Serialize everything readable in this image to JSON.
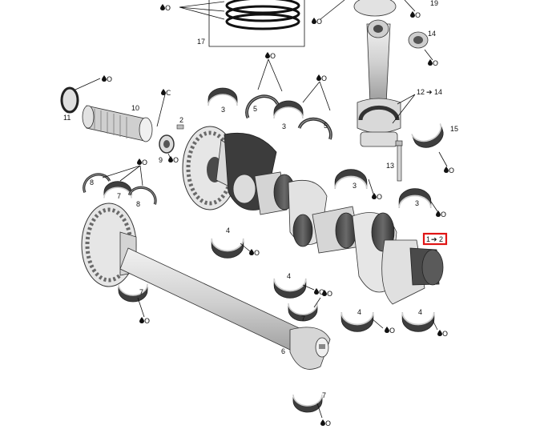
{
  "colors": {
    "highlight": "#e01515",
    "metal_light": "#e6e6e6",
    "metal_mid": "#bdbdbd",
    "metal_dark": "#4a4a4a",
    "line": "#111111"
  },
  "icons": {
    "lubricant": "oil-drop-icon",
    "arrow": "arrow-right-icon"
  },
  "callouts": {
    "oil_label": "O",
    "grease_label": "C",
    "p1": "1",
    "p2": "2",
    "p3": "3",
    "p4": "4",
    "p5": "5",
    "p6": "6",
    "p7": "7",
    "p8": "8",
    "p9": "9",
    "p10": "10",
    "p11": "11",
    "p12": "12",
    "p13": "13",
    "p14": "14",
    "p15": "15",
    "p17": "17",
    "p19": "19"
  }
}
